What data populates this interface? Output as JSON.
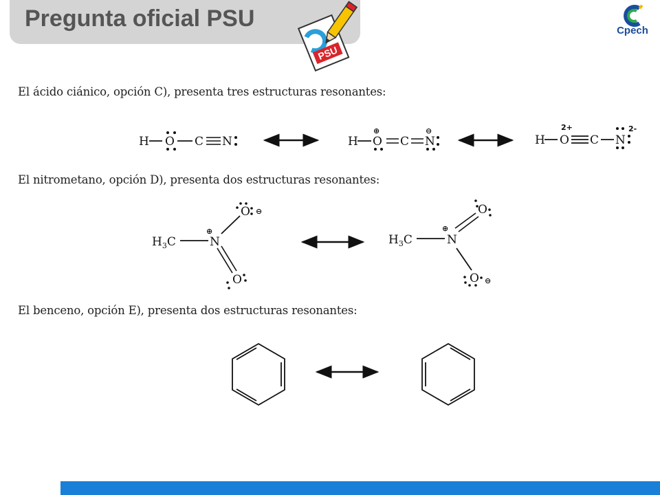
{
  "header": {
    "title": "Pregunta oficial PSU",
    "psu_badge": "PSU",
    "logo_text": "Cpech",
    "accent_color": "#1a7fd6",
    "tab_color": "#d4d4d4"
  },
  "sections": [
    {
      "heading": "El ácido ciánico, opción C), presenta tres estructuras resonantes:"
    },
    {
      "heading": "El nitrometano, opción D), presenta dos estructuras resonantes:"
    },
    {
      "heading": "El benceno, opción E), presenta dos estructuras resonantes:"
    }
  ],
  "cyanic": {
    "atoms": {
      "h": "H",
      "o": "O",
      "c": "C",
      "n": "N"
    },
    "charges": {
      "plus": "⊕",
      "minus": "⊖",
      "two_plus": "2+",
      "two_minus": "2-"
    }
  },
  "nitromethane": {
    "methyl": "H",
    "methyl_sub": "3",
    "methyl_c": "C",
    "n": "N",
    "o": "O",
    "charges": {
      "plus": "⊕",
      "minus": "⊖"
    }
  }
}
